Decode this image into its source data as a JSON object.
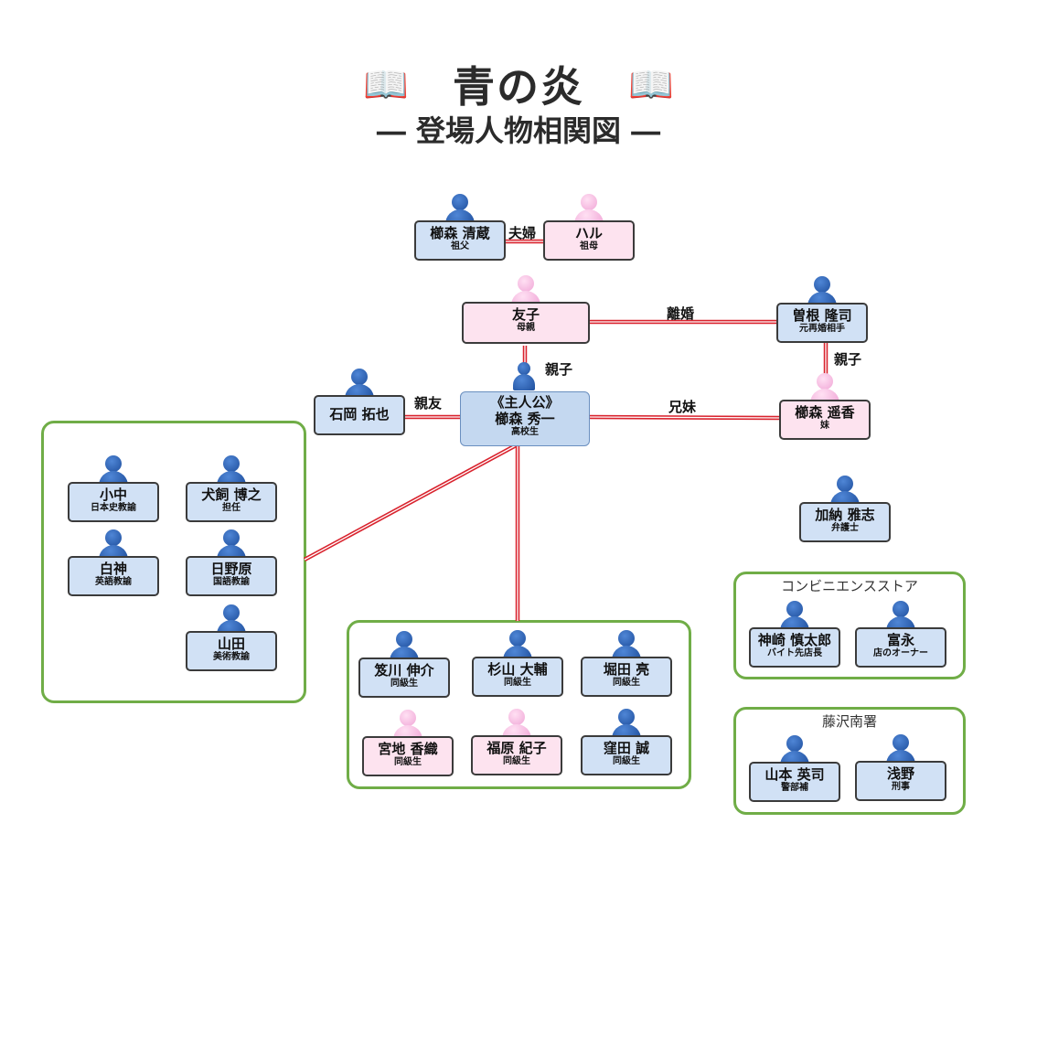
{
  "title": {
    "book_icon": "📖",
    "main": "青の炎",
    "sub": "― 登場人物相関図 ―"
  },
  "colors": {
    "male": "#1f4f9d",
    "female": "#f0a6d6",
    "group_border": "#70ad47",
    "line": "#d9232e"
  },
  "people": {
    "kusumori_seizo": {
      "name": "櫛森 清蔵",
      "role": "祖父"
    },
    "haru": {
      "name": "ハル",
      "role": "祖母"
    },
    "tomoko": {
      "name": "友子",
      "role": "母親"
    },
    "sone": {
      "name": "曽根 隆司",
      "role": "元再婚相手"
    },
    "ishioka": {
      "name": "石岡 拓也",
      "role": ""
    },
    "haruka": {
      "name": "櫛森 遥香",
      "role": "妹"
    },
    "kano": {
      "name": "加納 雅志",
      "role": "弁護士"
    },
    "konaka": {
      "name": "小中",
      "role": "日本史教諭"
    },
    "inukai": {
      "name": "犬飼 博之",
      "role": "担任"
    },
    "shiragami": {
      "name": "白神",
      "role": "英語教諭"
    },
    "hinohara": {
      "name": "日野原",
      "role": "国語教諭"
    },
    "yamada": {
      "name": "山田",
      "role": "美術教諭"
    },
    "sasagawa": {
      "name": "笈川 伸介",
      "role": "同級生"
    },
    "sugiyama": {
      "name": "杉山 大輔",
      "role": "同級生"
    },
    "horita": {
      "name": "堀田 亮",
      "role": "同級生"
    },
    "miyaji": {
      "name": "宮地 香織",
      "role": "同級生"
    },
    "fukuhara": {
      "name": "福原 紀子",
      "role": "同級生"
    },
    "kubota": {
      "name": "窪田 誠",
      "role": "同級生"
    },
    "kanzaki": {
      "name": "神崎 慎太郎",
      "role": "バイト先店長"
    },
    "tomie": {
      "name": "富永",
      "role": "店のオーナー"
    },
    "yamamoto": {
      "name": "山本 英司",
      "role": "警部補"
    },
    "asano": {
      "name": "浅野",
      "role": "刑事"
    }
  },
  "hero": {
    "tag": "《主人公》",
    "name": "櫛森 秀一",
    "role": "高校生"
  },
  "relations": {
    "fufu": "夫婦",
    "rikon": "離婚",
    "oyako1": "親子",
    "oyako2": "親子",
    "shinyu": "親友",
    "kyodai": "兄妹"
  },
  "groups": {
    "store": "コンビニエンスストア",
    "police": "藤沢南署"
  }
}
